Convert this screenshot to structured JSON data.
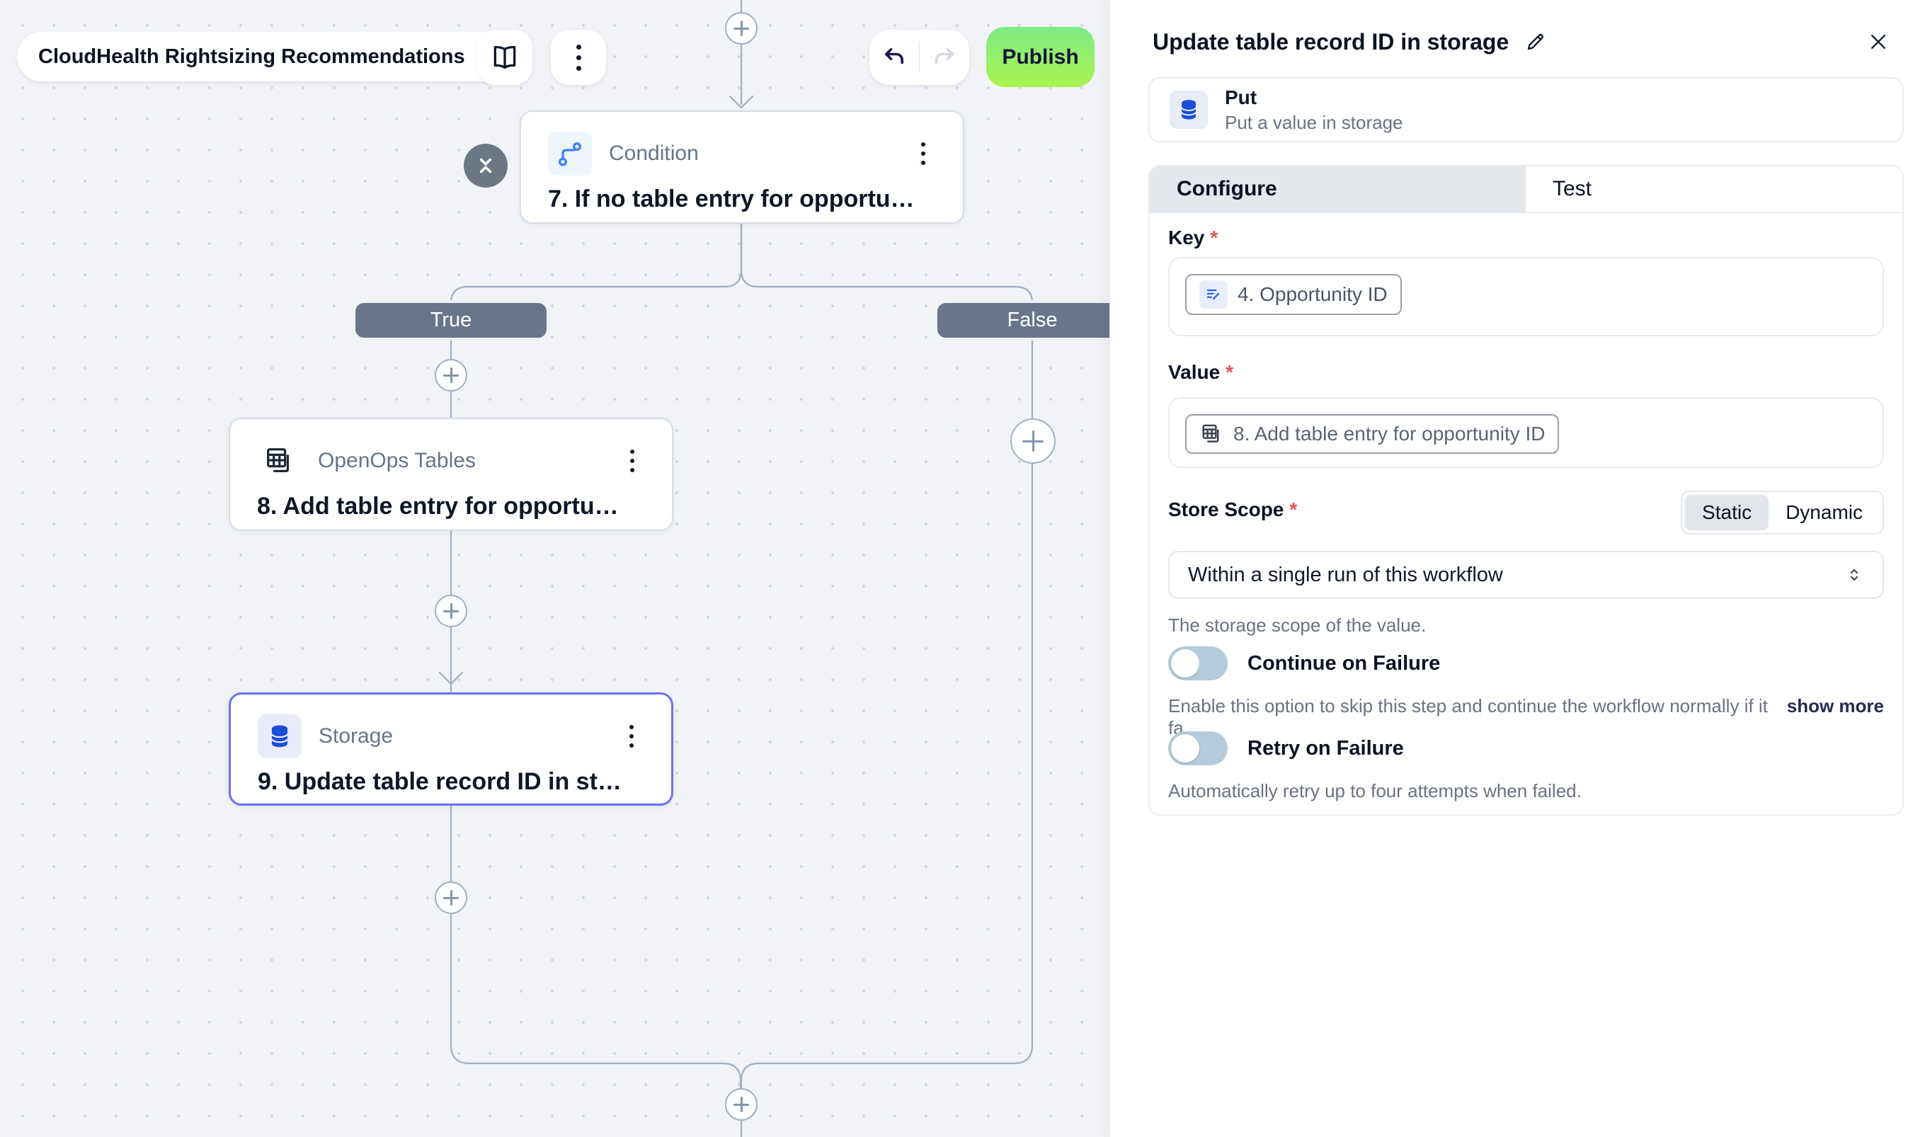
{
  "header": {
    "flow_name": "CloudHealth Rightsizing Recommendations",
    "publish_label": "Publish"
  },
  "canvas": {
    "branch_labels": {
      "true": "True",
      "false": "False"
    },
    "nodes": {
      "condition": {
        "type": "Condition",
        "title": "7. If no table entry for opportu…"
      },
      "tables": {
        "type": "OpenOps Tables",
        "title": "8. Add table entry for opportu…"
      },
      "storage": {
        "type": "Storage",
        "title": "9. Update table record ID in st…"
      }
    }
  },
  "panel": {
    "title": "Update table record ID in storage",
    "action": {
      "title": "Put",
      "subtitle": "Put a value in storage"
    },
    "tabs": {
      "configure": "Configure",
      "test": "Test"
    },
    "required_marker": "*",
    "key": {
      "label": "Key",
      "chip": "4. Opportunity ID"
    },
    "value": {
      "label": "Value",
      "chip": "8. Add table entry for opportunity ID"
    },
    "store_scope": {
      "label": "Store Scope",
      "static_option": "Static",
      "dynamic_option": "Dynamic",
      "selected": "Within a single run of this workflow",
      "helper": "The storage scope of the value."
    },
    "continue_on_failure": {
      "label": "Continue on Failure",
      "helper": "Enable this option to skip this step and continue the workflow normally if it fa...",
      "show_more": "show more"
    },
    "retry_on_failure": {
      "label": "Retry on Failure",
      "helper": "Automatically retry up to four attempts when failed."
    }
  },
  "colors": {
    "accent_selected_node": "#6E70F1",
    "publish_gradient_top": "#7DEB86",
    "publish_gradient_bottom": "#ABF450",
    "branch_badge": "#69758A",
    "edge": "#9FB0C3",
    "toggle_track_off": "#B3CBDC",
    "storage_icon_blue": "#1D4ED8",
    "condition_icon_blue": "#3B82F6"
  }
}
